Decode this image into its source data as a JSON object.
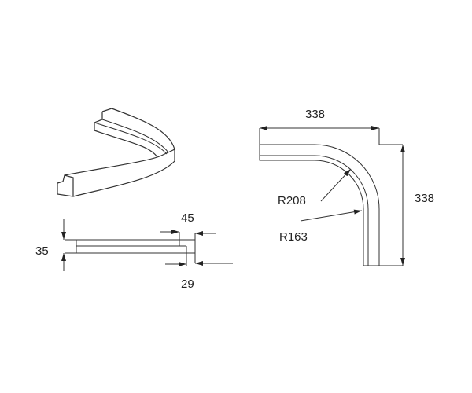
{
  "iso_view": {},
  "side_view": {
    "height_label": "35",
    "top_width_label": "45",
    "bottom_width_label": "29"
  },
  "plan_view": {
    "width_label": "338",
    "height_label": "338",
    "outer_radius_label": "R208",
    "inner_radius_label": "R163"
  }
}
